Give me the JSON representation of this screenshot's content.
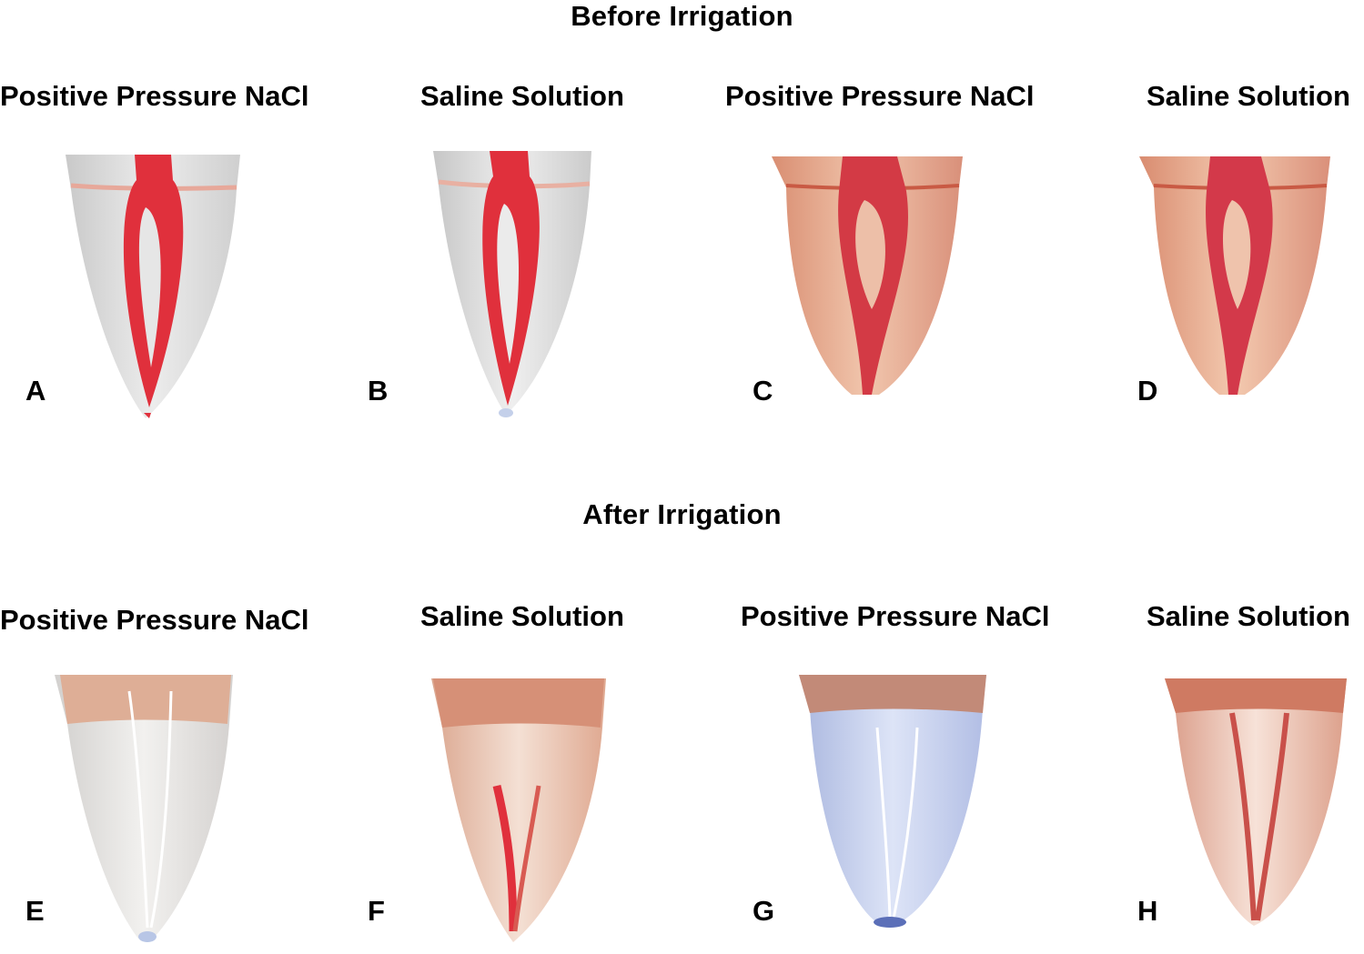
{
  "sections": {
    "before": {
      "title": "Before Irrigation"
    },
    "after": {
      "title": "After Irrigation"
    }
  },
  "panels": [
    {
      "letter": "A",
      "label": "Positive Pressure NaCl"
    },
    {
      "letter": "B",
      "label": "Saline Solution"
    },
    {
      "letter": "C",
      "label": "Positive Pressure NaCl"
    },
    {
      "letter": "D",
      "label": "Saline Solution"
    },
    {
      "letter": "E",
      "label": "Positive Pressure NaCl"
    },
    {
      "letter": "F",
      "label": "Saline Solution"
    },
    {
      "letter": "G",
      "label": "Positive Pressure NaCl"
    },
    {
      "letter": "H",
      "label": "Saline Solution"
    }
  ],
  "colors": {
    "dye_red": "#e0303c",
    "clear_tooth": "#d9d9d9",
    "stained_tooth": "#e3a287",
    "blue_tooth": "#c9d4f2"
  }
}
